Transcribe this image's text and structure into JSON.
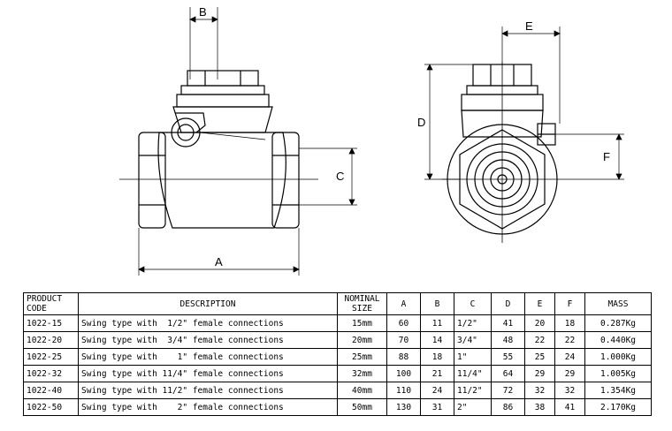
{
  "dimensions": {
    "A": "A",
    "B": "B",
    "C": "C",
    "D": "D",
    "E": "E",
    "F": "F"
  },
  "table": {
    "headers": [
      "PRODUCT\nCODE",
      "DESCRIPTION",
      "NOMINAL\nSIZE",
      "A",
      "B",
      "C",
      "D",
      "E",
      "F",
      "MASS"
    ],
    "rows": [
      [
        "1022-15",
        "Swing type with  1/2\" female connections",
        "15mm",
        "60",
        "11",
        "1/2\"",
        "41",
        "20",
        "18",
        "0.287Kg"
      ],
      [
        "1022-20",
        "Swing type with  3/4\" female connections",
        "20mm",
        "70",
        "14",
        "3/4\"",
        "48",
        "22",
        "22",
        "0.440Kg"
      ],
      [
        "1022-25",
        "Swing type with    1\" female connections",
        "25mm",
        "88",
        "18",
        "1\"",
        "55",
        "25",
        "24",
        "1.000Kg"
      ],
      [
        "1022-32",
        "Swing type with 11/4\" female connections",
        "32mm",
        "100",
        "21",
        "11/4\"",
        "64",
        "29",
        "29",
        "1.005Kg"
      ],
      [
        "1022-40",
        "Swing type with 11/2\" female connections",
        "40mm",
        "110",
        "24",
        "11/2\"",
        "72",
        "32",
        "32",
        "1.354Kg"
      ],
      [
        "1022-50",
        "Swing type with    2\" female connections",
        "50mm",
        "130",
        "31",
        "2\"",
        "86",
        "38",
        "41",
        "2.170Kg"
      ]
    ]
  }
}
